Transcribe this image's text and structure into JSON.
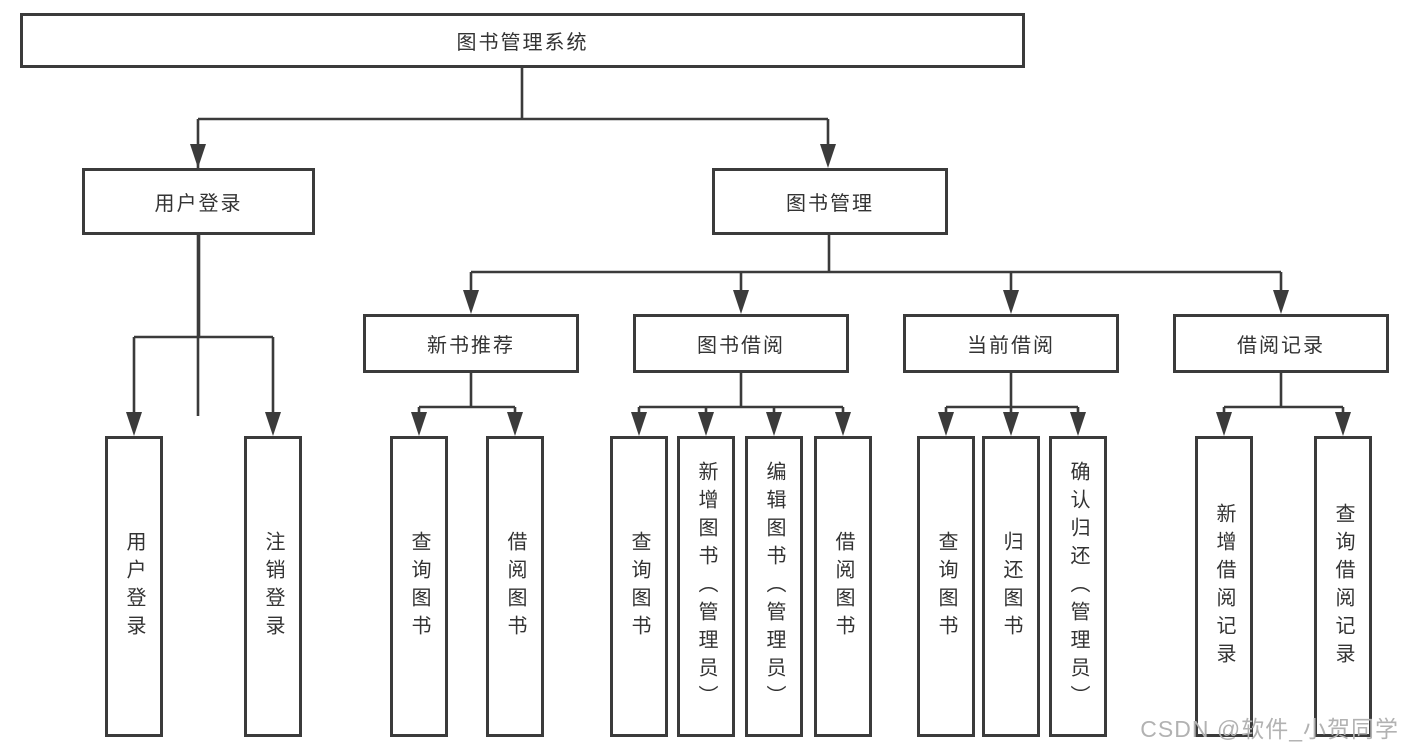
{
  "tree": {
    "root": {
      "label": "图书管理系统"
    },
    "level2": [
      {
        "label": "用户登录",
        "parent": "图书管理系统"
      },
      {
        "label": "图书管理",
        "parent": "图书管理系统"
      }
    ],
    "level3": [
      {
        "label": "新书推荐",
        "parent": "图书管理"
      },
      {
        "label": "图书借阅",
        "parent": "图书管理"
      },
      {
        "label": "当前借阅",
        "parent": "图书管理"
      },
      {
        "label": "借阅记录",
        "parent": "图书管理"
      }
    ],
    "leaves": [
      {
        "label": "用户登录",
        "parent": "用户登录"
      },
      {
        "label": "注销登录",
        "parent": "用户登录"
      },
      {
        "label": "查询图书",
        "parent": "新书推荐"
      },
      {
        "label": "借阅图书",
        "parent": "新书推荐"
      },
      {
        "label": "查询图书",
        "parent": "图书借阅"
      },
      {
        "label": "新增图书（管理员）",
        "parent": "图书借阅"
      },
      {
        "label": "编辑图书（管理员）",
        "parent": "图书借阅"
      },
      {
        "label": "借阅图书",
        "parent": "图书借阅"
      },
      {
        "label": "查询图书",
        "parent": "当前借阅"
      },
      {
        "label": "归还图书",
        "parent": "当前借阅"
      },
      {
        "label": "确认归还（管理员）",
        "parent": "当前借阅"
      },
      {
        "label": "新增借阅记录",
        "parent": "借阅记录"
      },
      {
        "label": "查询借阅记录",
        "parent": "借阅记录"
      }
    ]
  },
  "watermark": {
    "text": "CSDN @软件_小贺同学"
  },
  "colors": {
    "line": "#3b3b3b",
    "text": "#333333",
    "watermark": "#b2b2b2",
    "background": "#ffffff"
  }
}
